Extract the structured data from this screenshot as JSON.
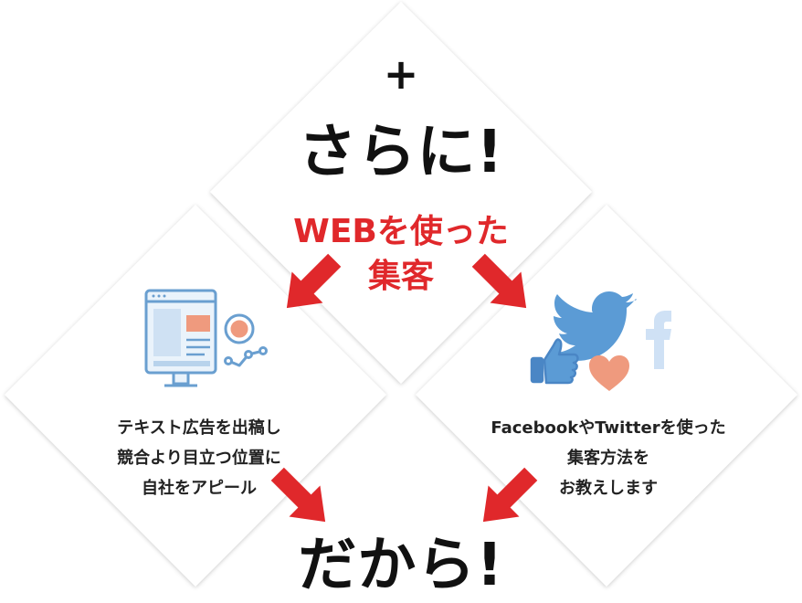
{
  "plus_sign": "+",
  "top_heading": "さらに!",
  "center_text": {
    "line1": "WEBを使った",
    "line2": "集客"
  },
  "left_panel": {
    "lines": [
      "テキスト広告を出稿し",
      "競合より目立つ位置に",
      "自社をアピール"
    ]
  },
  "right_panel": {
    "lines": [
      "FacebookやTwitterを使った",
      "集客方法を",
      "お教えします"
    ]
  },
  "bottom_heading": "だから!",
  "colors": {
    "accent_red": "#e0282b",
    "heading_text": "#111111",
    "icon_blue": "#5b9bd5",
    "icon_pink": "#ef9a7e"
  },
  "icons": {
    "left": "web-ad-monitor-icon",
    "right": [
      "twitter-bird-icon",
      "facebook-icon",
      "thumbs-up-icon",
      "heart-icon"
    ]
  }
}
